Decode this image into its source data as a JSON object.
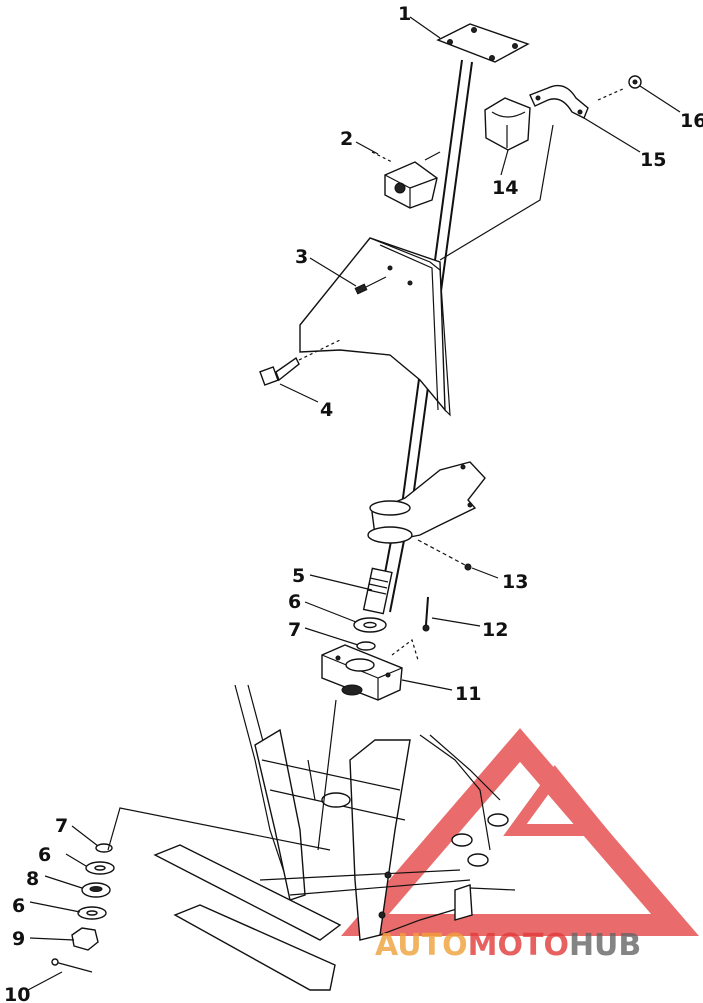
{
  "callouts": [
    {
      "id": "c1",
      "label": "1"
    },
    {
      "id": "c2",
      "label": "2"
    },
    {
      "id": "c3",
      "label": "3"
    },
    {
      "id": "c4",
      "label": "4"
    },
    {
      "id": "c5",
      "label": "5"
    },
    {
      "id": "c6a",
      "label": "6"
    },
    {
      "id": "c7a",
      "label": "7"
    },
    {
      "id": "c11",
      "label": "11"
    },
    {
      "id": "c12",
      "label": "12"
    },
    {
      "id": "c13",
      "label": "13"
    },
    {
      "id": "c14",
      "label": "14"
    },
    {
      "id": "c15",
      "label": "15"
    },
    {
      "id": "c16",
      "label": "16"
    },
    {
      "id": "c7b",
      "label": "7"
    },
    {
      "id": "c6b",
      "label": "6"
    },
    {
      "id": "c8",
      "label": "8"
    },
    {
      "id": "c6c",
      "label": "6"
    },
    {
      "id": "c9",
      "label": "9"
    },
    {
      "id": "c10",
      "label": "10"
    }
  ],
  "watermark": {
    "text_auto": "AUTO",
    "text_moto": "MOTO",
    "text_hub": "HUB",
    "color_red": "#e23a3a",
    "color_gray": "#555555"
  }
}
